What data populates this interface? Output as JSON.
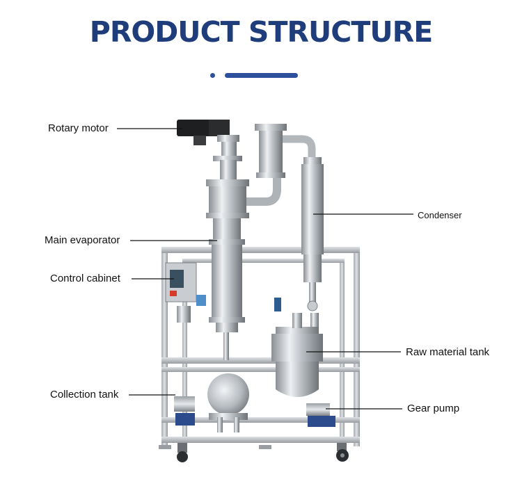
{
  "header": {
    "title": "PRODUCT STRUCTURE"
  },
  "labels": {
    "rotary_motor": "Rotary motor",
    "main_evaporator": "Main evaporator",
    "control_cabinet": "Control cabinet",
    "collection_tank": "Collection tank",
    "condenser": "Condenser",
    "raw_material_tank": "Raw material tank",
    "gear_pump": "Gear pump"
  },
  "colors": {
    "brand": "#1f3d7a",
    "accent": "#2d4f9c"
  }
}
